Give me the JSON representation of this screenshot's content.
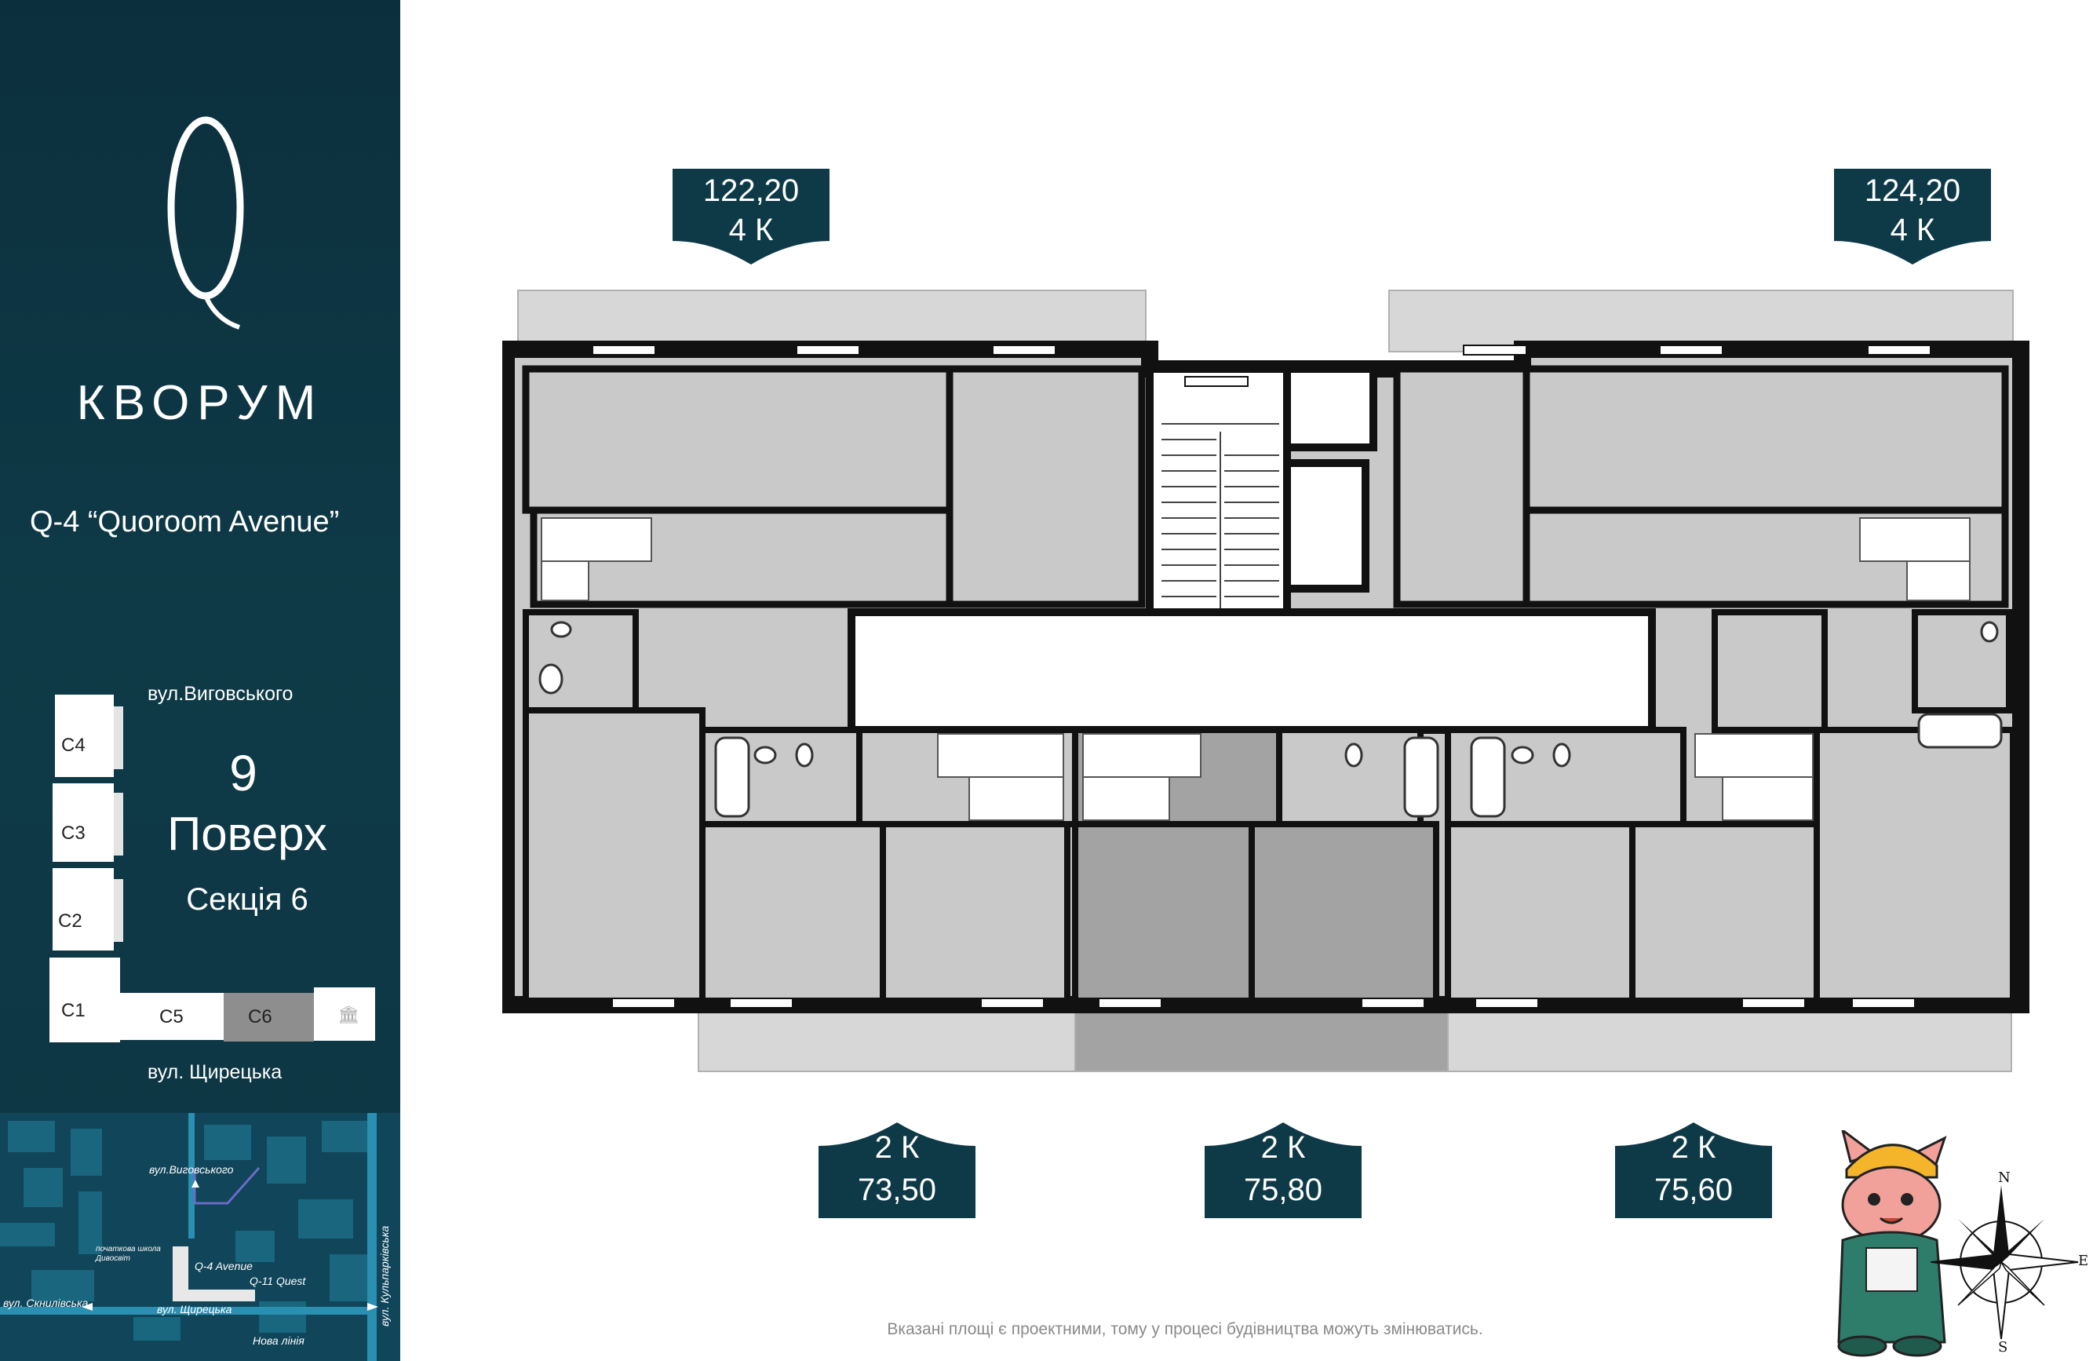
{
  "sidebar": {
    "brand": "КВОРУМ",
    "project": "Q-4 “Quoroom Avenue”",
    "floor_number": "9",
    "floor_word": "Поверх",
    "section_label": "Секція 6",
    "street_top": "вул.Виговського",
    "street_bottom": "вул. Щирецька",
    "sections": [
      "C4",
      "C3",
      "C2",
      "C1",
      "C5",
      "C6"
    ],
    "active_section": "C6",
    "accent_color": "#0e3a47"
  },
  "city_map": {
    "labels": {
      "vygovskoho": "вул.Виговського",
      "school": "початкова школа",
      "school2": "Дивосвіт",
      "q4": "Q-4  Avenue",
      "q11": "Q-11 Quest",
      "skny": "вул. Скнилівська",
      "shchyr": "вул. Щирецька",
      "nova": "Нова лінія",
      "kulpark": "вул. Кульпарківська"
    }
  },
  "apartments_top": [
    {
      "area": "122,20",
      "rooms": "4 К"
    },
    {
      "area": "124,20",
      "rooms": "4 К"
    }
  ],
  "apartments_bottom": [
    {
      "rooms": "2 К",
      "area": "73,50"
    },
    {
      "rooms": "2 К",
      "area": "75,80"
    },
    {
      "rooms": "2 К",
      "area": "75,60"
    }
  ],
  "badge_color": "#0e3a47",
  "disclaimer": "Вказані площі є проектними, тому у процесі будівництва можуть змінюватись.",
  "compass": {
    "n": "N",
    "e": "E",
    "s": "S"
  }
}
